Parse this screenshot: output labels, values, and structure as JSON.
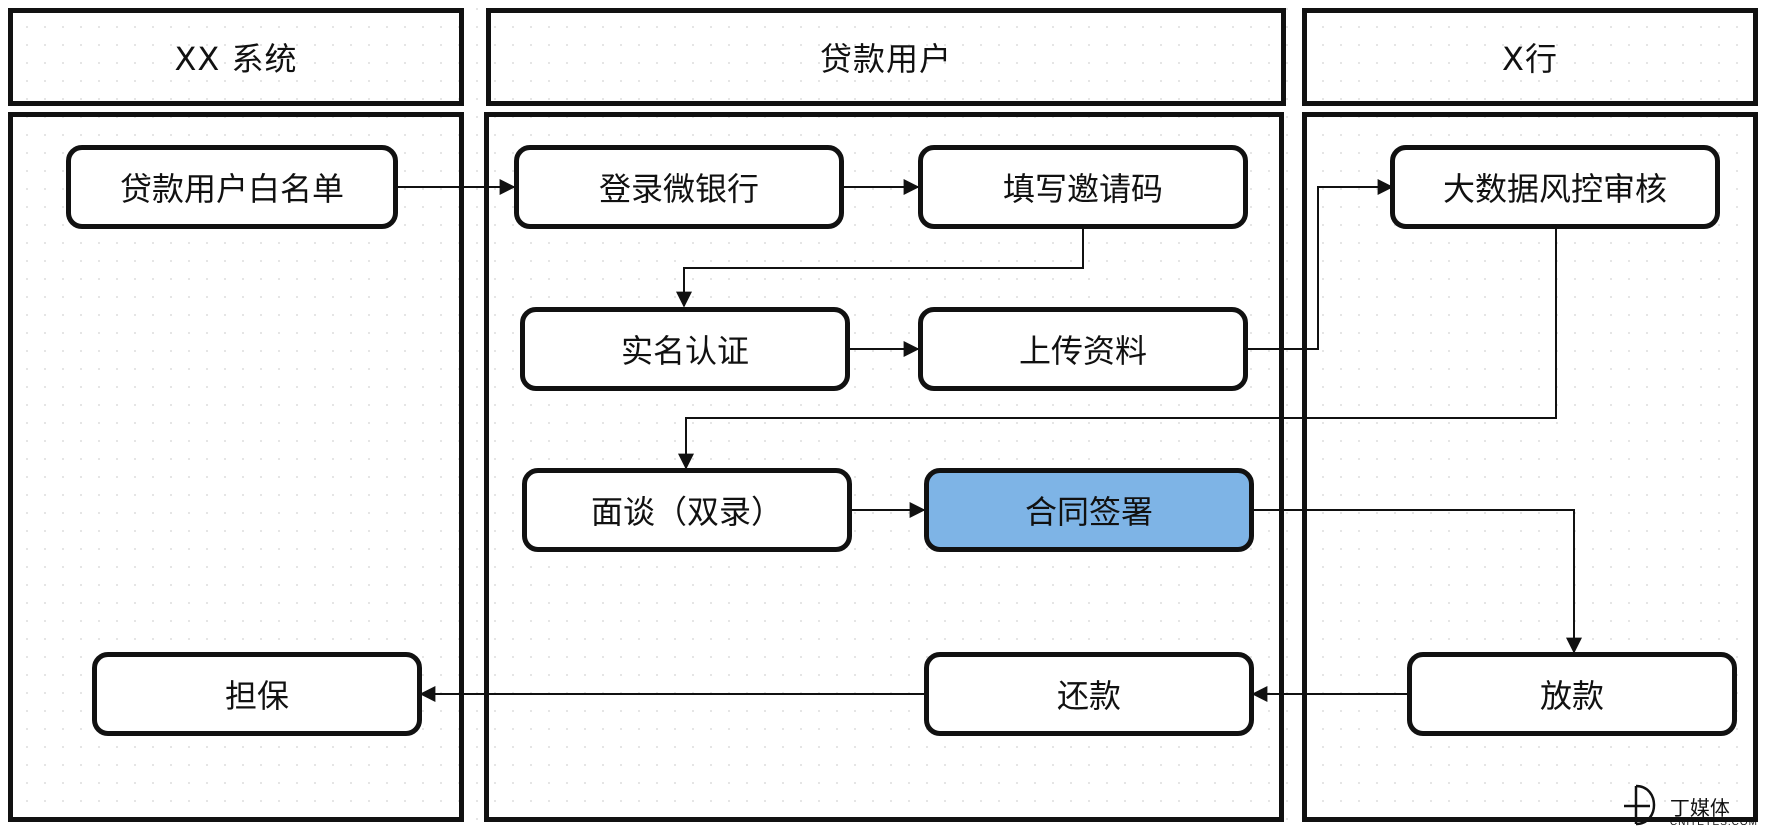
{
  "lanes": [
    {
      "id": "xx",
      "title": "XX 系统"
    },
    {
      "id": "user",
      "title": "贷款用户"
    },
    {
      "id": "bank",
      "title": "X行"
    }
  ],
  "nodes": {
    "whitelist": "贷款用户白名单",
    "login": "登录微银行",
    "invite_code": "填写邀请码",
    "realname": "实名认证",
    "upload": "上传资料",
    "interview": "面谈（双录）",
    "contract": "合同签署",
    "risk_review": "大数据风控审核",
    "disburse": "放款",
    "repay": "还款",
    "guarantee": "担保"
  },
  "highlight_color": "#7eb4e6",
  "watermark": {
    "cn": "丁媒体",
    "en": "CNITEYES.COM"
  }
}
